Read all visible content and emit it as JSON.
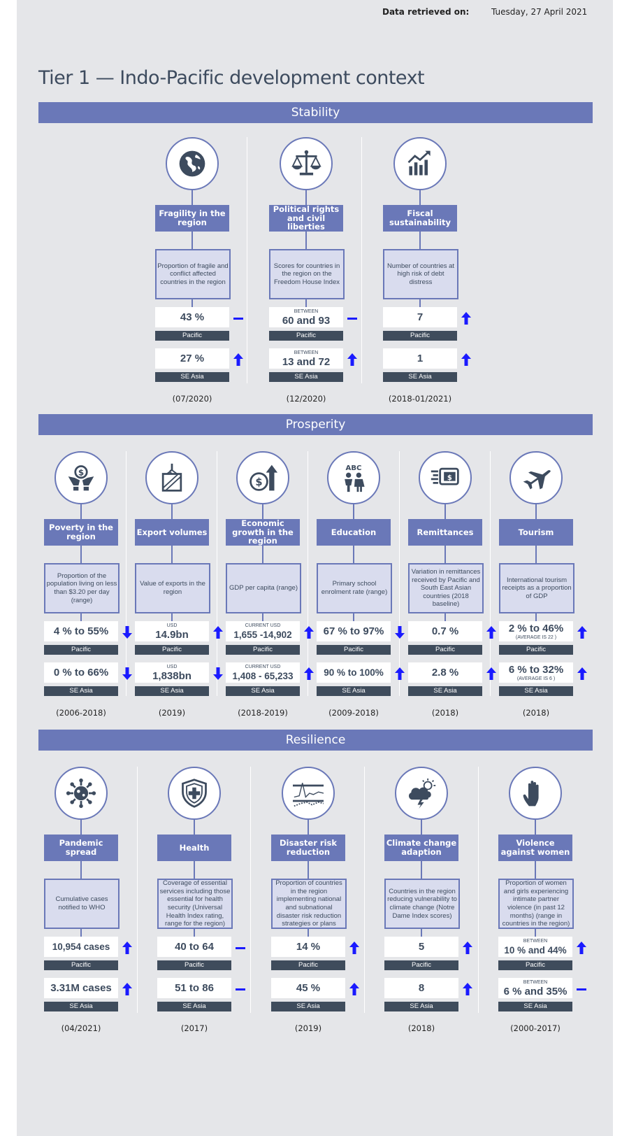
{
  "header": {
    "retrieved_label": "Data retrieved on:",
    "retrieved_date": "Tuesday, 27 April 2021"
  },
  "page_title": "Tier 1 — Indo-Pacific development context",
  "colors": {
    "accent": "#6a78b8",
    "region_bar": "#3f4c5c",
    "trend": "#1a1aff",
    "panel": "#e5e6e9"
  },
  "sections": [
    {
      "title": "Stability",
      "items": [
        {
          "icon": "globe-icon",
          "title": "Fragility in the region",
          "desc": "Proportion of fragile and conflict affected countries in the region",
          "pacific": {
            "pre": "",
            "value": "43 %",
            "sub": "",
            "trend": "flat"
          },
          "seasia": {
            "pre": "",
            "value": "27 %",
            "sub": "",
            "trend": "up"
          },
          "year": "(07/2020)"
        },
        {
          "icon": "scales-icon",
          "title": "Political rights and civil liberties",
          "desc": "Scores for countries in the region on the Freedom House Index",
          "pacific": {
            "pre": "BETWEEN",
            "value": "60 and 93",
            "sub": "",
            "trend": "flat"
          },
          "seasia": {
            "pre": "BETWEEN",
            "value": "13 and 72",
            "sub": "",
            "trend": "up"
          },
          "year": "(12/2020)"
        },
        {
          "icon": "chart-icon",
          "title": "Fiscal sustainability",
          "desc": "Number of countries at high risk of debt distress",
          "pacific": {
            "pre": "",
            "value": "7",
            "sub": "",
            "trend": "up"
          },
          "seasia": {
            "pre": "",
            "value": "1",
            "sub": "",
            "trend": "up"
          },
          "year": "(2018-01/2021)"
        }
      ]
    },
    {
      "title": "Prosperity",
      "items": [
        {
          "icon": "hands-coin-icon",
          "title": "Poverty in the region",
          "desc": "Proportion of the population living on less than $3.20 per day (range)",
          "pacific": {
            "pre": "",
            "value": "4 % to 55%",
            "sub": "",
            "trend": "down"
          },
          "seasia": {
            "pre": "",
            "value": "0 % to 66%",
            "sub": "",
            "trend": "down"
          },
          "year": "(2006-2018)"
        },
        {
          "icon": "crate-icon",
          "title": "Export volumes",
          "desc": "Value of exports in the region",
          "pacific": {
            "pre": "USD",
            "value": "14.9bn",
            "sub": "",
            "trend": "up"
          },
          "seasia": {
            "pre": "USD",
            "value": "1,838bn",
            "sub": "",
            "trend": "down"
          },
          "year": "(2019)"
        },
        {
          "icon": "coin-growth-icon",
          "title": "Economic growth in the region",
          "desc": "GDP per capita (range)",
          "pacific": {
            "pre": "CURRENT USD",
            "value": "1,655 -14,902",
            "sub": "",
            "trend": "up"
          },
          "seasia": {
            "pre": "CURRENT USD",
            "value": "1,408 - 65,233",
            "sub": "",
            "trend": "up"
          },
          "year": "(2018-2019)"
        },
        {
          "icon": "students-icon",
          "title": "Education",
          "desc": "Primary school enrolment rate (range)",
          "pacific": {
            "pre": "",
            "value": "67 % to 97%",
            "sub": "",
            "trend": "down"
          },
          "seasia": {
            "pre": "",
            "value": "90 % to 100%",
            "sub": "",
            "trend": "up"
          },
          "year": "(2009-2018)"
        },
        {
          "icon": "money-transfer-icon",
          "title": "Remittances",
          "desc": "Variation in remittances received by Pacific and South East Asian countries (2018 baseline)",
          "pacific": {
            "pre": "",
            "value": "0.7 %",
            "sub": "",
            "trend": "up"
          },
          "seasia": {
            "pre": "",
            "value": "2.8 %",
            "sub": "",
            "trend": "up"
          },
          "year": "(2018)"
        },
        {
          "icon": "airplane-icon",
          "title": "Tourism",
          "desc": "International tourism receipts as a proportion of GDP",
          "pacific": {
            "pre": "",
            "value": "2 % to 46%",
            "sub": "(AVERAGE IS 22 )",
            "trend": "up"
          },
          "seasia": {
            "pre": "",
            "value": "6 % to 32%",
            "sub": "(AVERAGE IS 6 )",
            "trend": "up"
          },
          "year": "(2018)"
        }
      ]
    },
    {
      "title": "Resilience",
      "items": [
        {
          "icon": "virus-icon",
          "title": "Pandemic spread",
          "desc": "Cumulative cases notified to WHO",
          "pacific": {
            "pre": "",
            "value": "10,954 cases",
            "sub": "",
            "trend": "up"
          },
          "seasia": {
            "pre": "",
            "value": "3.31M cases",
            "sub": "",
            "trend": "up"
          },
          "year": "(04/2021)"
        },
        {
          "icon": "shield-cross-icon",
          "title": "Health",
          "desc": "Coverage of essential services including those essential for health security (Universal Health Index rating, range for the region)",
          "pacific": {
            "pre": "",
            "value": "40 to 64",
            "sub": "",
            "trend": "flat"
          },
          "seasia": {
            "pre": "",
            "value": "51 to 86",
            "sub": "",
            "trend": "flat"
          },
          "year": "(2017)"
        },
        {
          "icon": "seismograph-icon",
          "title": "Disaster risk reduction",
          "desc": "Proportion of countries in the region implementing national and subnational disaster risk reduction strategies or plans",
          "pacific": {
            "pre": "",
            "value": "14 %",
            "sub": "",
            "trend": "up"
          },
          "seasia": {
            "pre": "",
            "value": "45 %",
            "sub": "",
            "trend": "up"
          },
          "year": "(2019)"
        },
        {
          "icon": "storm-cloud-icon",
          "title": "Climate change adaption",
          "desc": "Countries in the region reducing vulnerability to climate change (Notre Dame Index scores)",
          "pacific": {
            "pre": "",
            "value": "5",
            "sub": "",
            "trend": "up"
          },
          "seasia": {
            "pre": "",
            "value": "8",
            "sub": "",
            "trend": "up"
          },
          "year": "(2018)"
        },
        {
          "icon": "raised-hand-icon",
          "title": "Violence against women",
          "desc": "Proportion of women and girls experiencing intimate partner violence (in past 12 months) (range in countries in the region)",
          "pacific": {
            "pre": "BETWEEN",
            "value": "10 % and 44%",
            "sub": "",
            "trend": "up"
          },
          "seasia": {
            "pre": "BETWEEN",
            "value": "6 % and 35%",
            "sub": "",
            "trend": "flat"
          },
          "year": "(2000-2017)"
        }
      ]
    }
  ],
  "regions": {
    "pacific": "Pacific",
    "seasia": "SE Asia"
  }
}
